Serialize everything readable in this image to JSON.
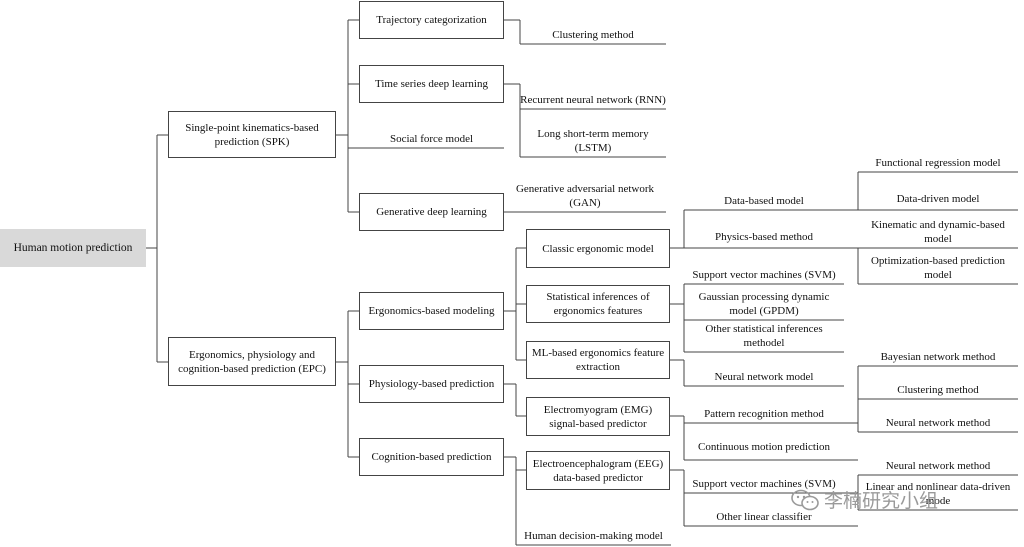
{
  "diagram": {
    "root": "Human motion prediction",
    "spk": {
      "label": "Single-point kinematics-based prediction (SPK)",
      "trajectory": "Trajectory categorization",
      "clustering": "Clustering method",
      "time_series": "Time series deep learning",
      "rnn": "Recurrent neural network (RNN)",
      "lstm": "Long short-term memory (LSTM)",
      "social_force": "Social force model",
      "generative": "Generative deep learning",
      "gan": "Generative adversarial network (GAN)"
    },
    "epc": {
      "label": "Ergonomics, physiology and cognition-based prediction (EPC)",
      "ergonomics": {
        "label": "Ergonomics-based modeling",
        "classic": "Classic ergonomic model",
        "data_based": "Data-based model",
        "functional_regression": "Functional regression model",
        "data_driven": "Data-driven model",
        "physics_based": "Physics-based method",
        "kinematic_dynamic": "Kinematic and dynamic-based model",
        "optimization": "Optimization-based prediction model",
        "statistical": "Statistical inferences of ergonomics features",
        "svm": "Support vector machines (SVM)",
        "gpdm": "Gaussian processing dynamic model (GPDM)",
        "other_statistical": "Other statistical inferences methodel",
        "ml_based": "ML-based ergonomics feature extraction",
        "neural_net": "Neural network model"
      },
      "physiology": {
        "label": "Physiology-based prediction",
        "emg": "Electromyogram (EMG) signal-based predictor",
        "pattern": "Pattern recognition method",
        "bayesian": "Bayesian network method",
        "clustering": "Clustering method",
        "neural_net": "Neural network method",
        "continuous": "Continuous  motion prediction"
      },
      "cognition": {
        "label": "Cognition-based prediction",
        "eeg": "Electroencephalogram (EEG) data-based predictor",
        "svm": "Support vector machines (SVM)",
        "neural_net": "Neural network method",
        "linear_nonlinear": "Linear and nonlinear data-driven mode",
        "other_linear": "Other linear classifier",
        "human_decision": "Human decision-making model"
      }
    },
    "watermark": "李楠研究小组"
  }
}
